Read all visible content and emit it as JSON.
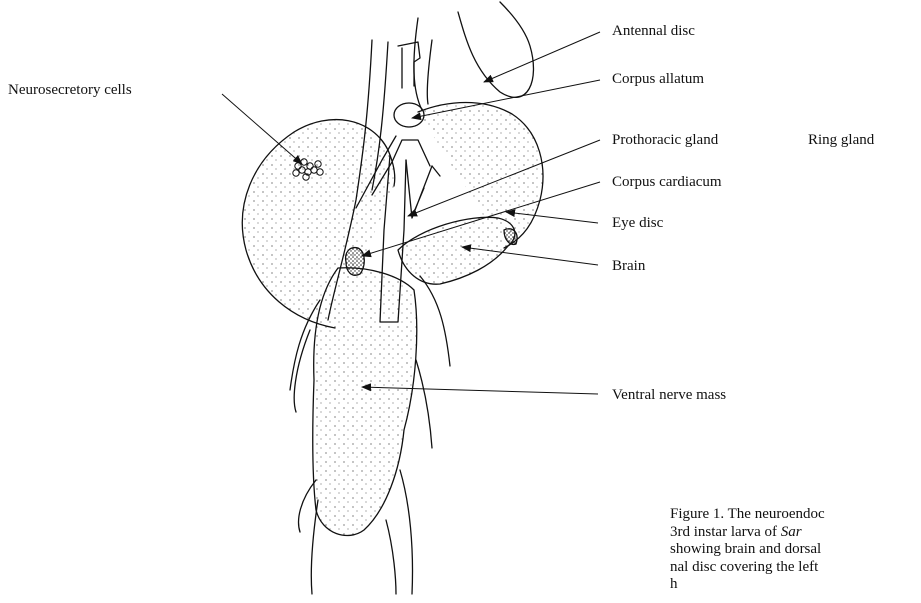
{
  "labels": {
    "neurosecretory_cells": "Neurosecretory cells",
    "antennal_disc": "Antennal disc",
    "corpus_allatum": "Corpus allatum",
    "prothoracic_gland": "Prothoracic gland",
    "ring_gland": "Ring gland",
    "corpus_cardiacum": "Corpus cardiacum",
    "eye_disc": "Eye disc",
    "brain": "Brain",
    "ventral_nerve_mass": "Ventral nerve mass"
  },
  "caption": {
    "line1": "Figure 1. The neuroendoc",
    "line2_prefix": "3rd  instar  larva  of  ",
    "line2_italic": "Sar",
    "line3": "showing brain and dorsal",
    "line4": "nal disc covering the left",
    "line5": "h"
  }
}
